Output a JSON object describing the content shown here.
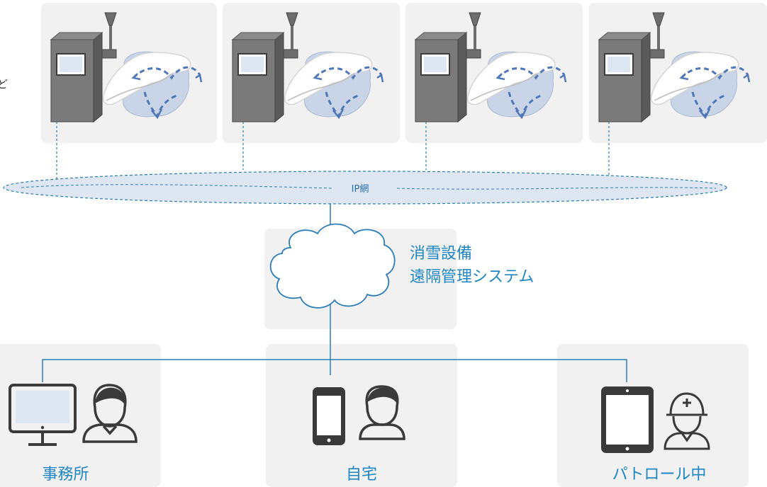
{
  "sites": {
    "caption": "ラなど",
    "count": 4
  },
  "network": {
    "label": "IP網"
  },
  "system": {
    "title_line1": "消雪設備",
    "title_line2": "遠隔管理システム"
  },
  "locations": [
    {
      "label": "事務所",
      "device": "monitor-icon",
      "person": "person-icon"
    },
    {
      "label": "自宅",
      "device": "smartphone-icon",
      "person": "person-icon"
    },
    {
      "label": "パトロール中",
      "device": "tablet-icon",
      "person": "worker-helmet-icon"
    }
  ],
  "colors": {
    "panel": "#f1f1f1",
    "accent_blue": "#1f86c3",
    "line_blue": "#2a7db8",
    "cabinet_gray": "#6d6d6d",
    "water_blue": "#c9d4e6"
  }
}
